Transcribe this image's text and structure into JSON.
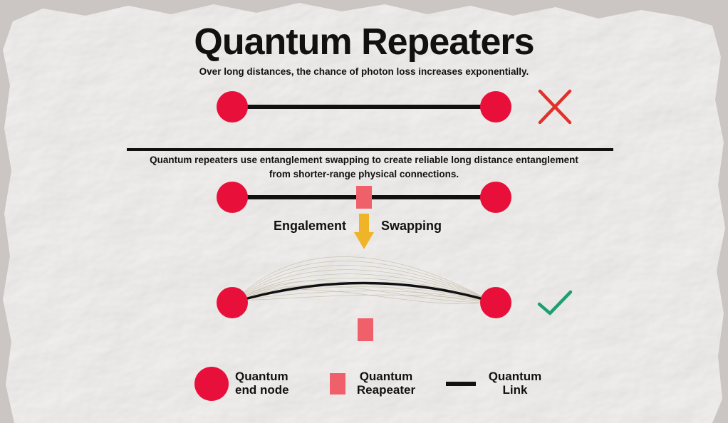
{
  "title": "Quantum Repeaters",
  "subtitle": "Over long distances, the chance of photon loss increases exponentially.",
  "description": {
    "line1": "Quantum repeaters use entanglement swapping to create reliable long distance entanglement",
    "line2": "from shorter-range physical connections."
  },
  "swap_label": {
    "left": "Engalement",
    "right": "Swapping"
  },
  "legend": {
    "end_node": {
      "line1": "Quantum",
      "line2": "end node"
    },
    "repeater": {
      "line1": "Quantum",
      "line2": "Reapeater"
    },
    "link": {
      "line1": "Quantum",
      "line2": "Link"
    }
  },
  "colors": {
    "end_node": "#e8103a",
    "repeater": "#f0606a",
    "link": "#111111",
    "arrow": "#f0b429",
    "fail_mark": "#e0312b",
    "success_mark": "#1f9e6e"
  },
  "icons": {
    "fail": "x-mark-icon",
    "success": "checkmark-icon",
    "swap": "arrow-down-icon"
  }
}
